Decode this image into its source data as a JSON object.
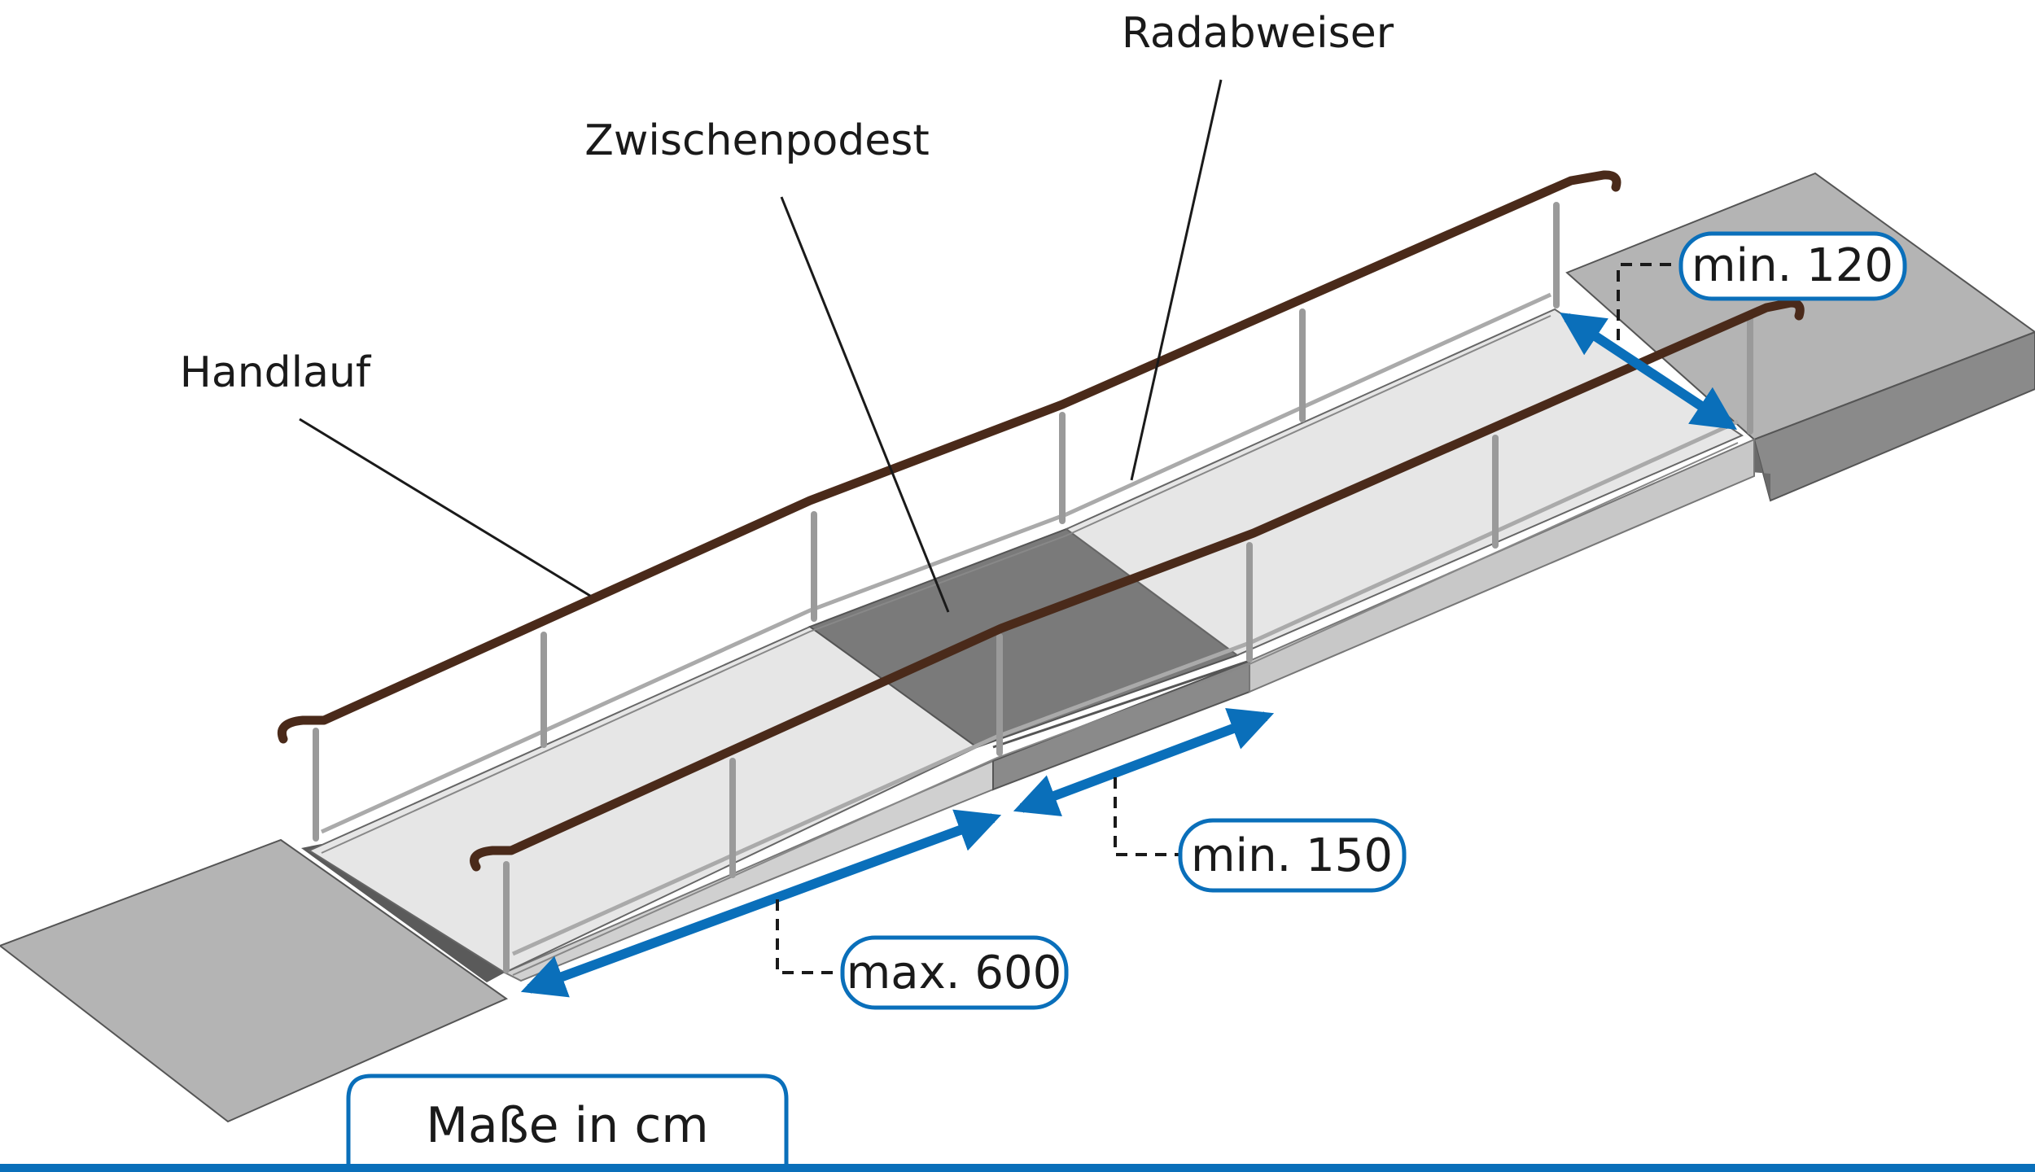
{
  "labels": {
    "radabweiser": "Radabweiser",
    "zwischenpodest": "Zwischenpodest",
    "handlauf": "Handlauf"
  },
  "dimensions": {
    "width": "min. 120",
    "landing_length": "min. 150",
    "ramp_length": "max. 600"
  },
  "unit_note": "Maße in cm",
  "colors": {
    "handrail": "#4a2a1a",
    "dimension_arrow": "#0a6fba",
    "callout_border": "#0a6fba",
    "ramp_surface": "#e6e6e6",
    "landing": "#7a7a7a",
    "ground": "#b4b4b4",
    "side_face": "#c8c8c8",
    "dark_face": "#8a8a8a"
  }
}
